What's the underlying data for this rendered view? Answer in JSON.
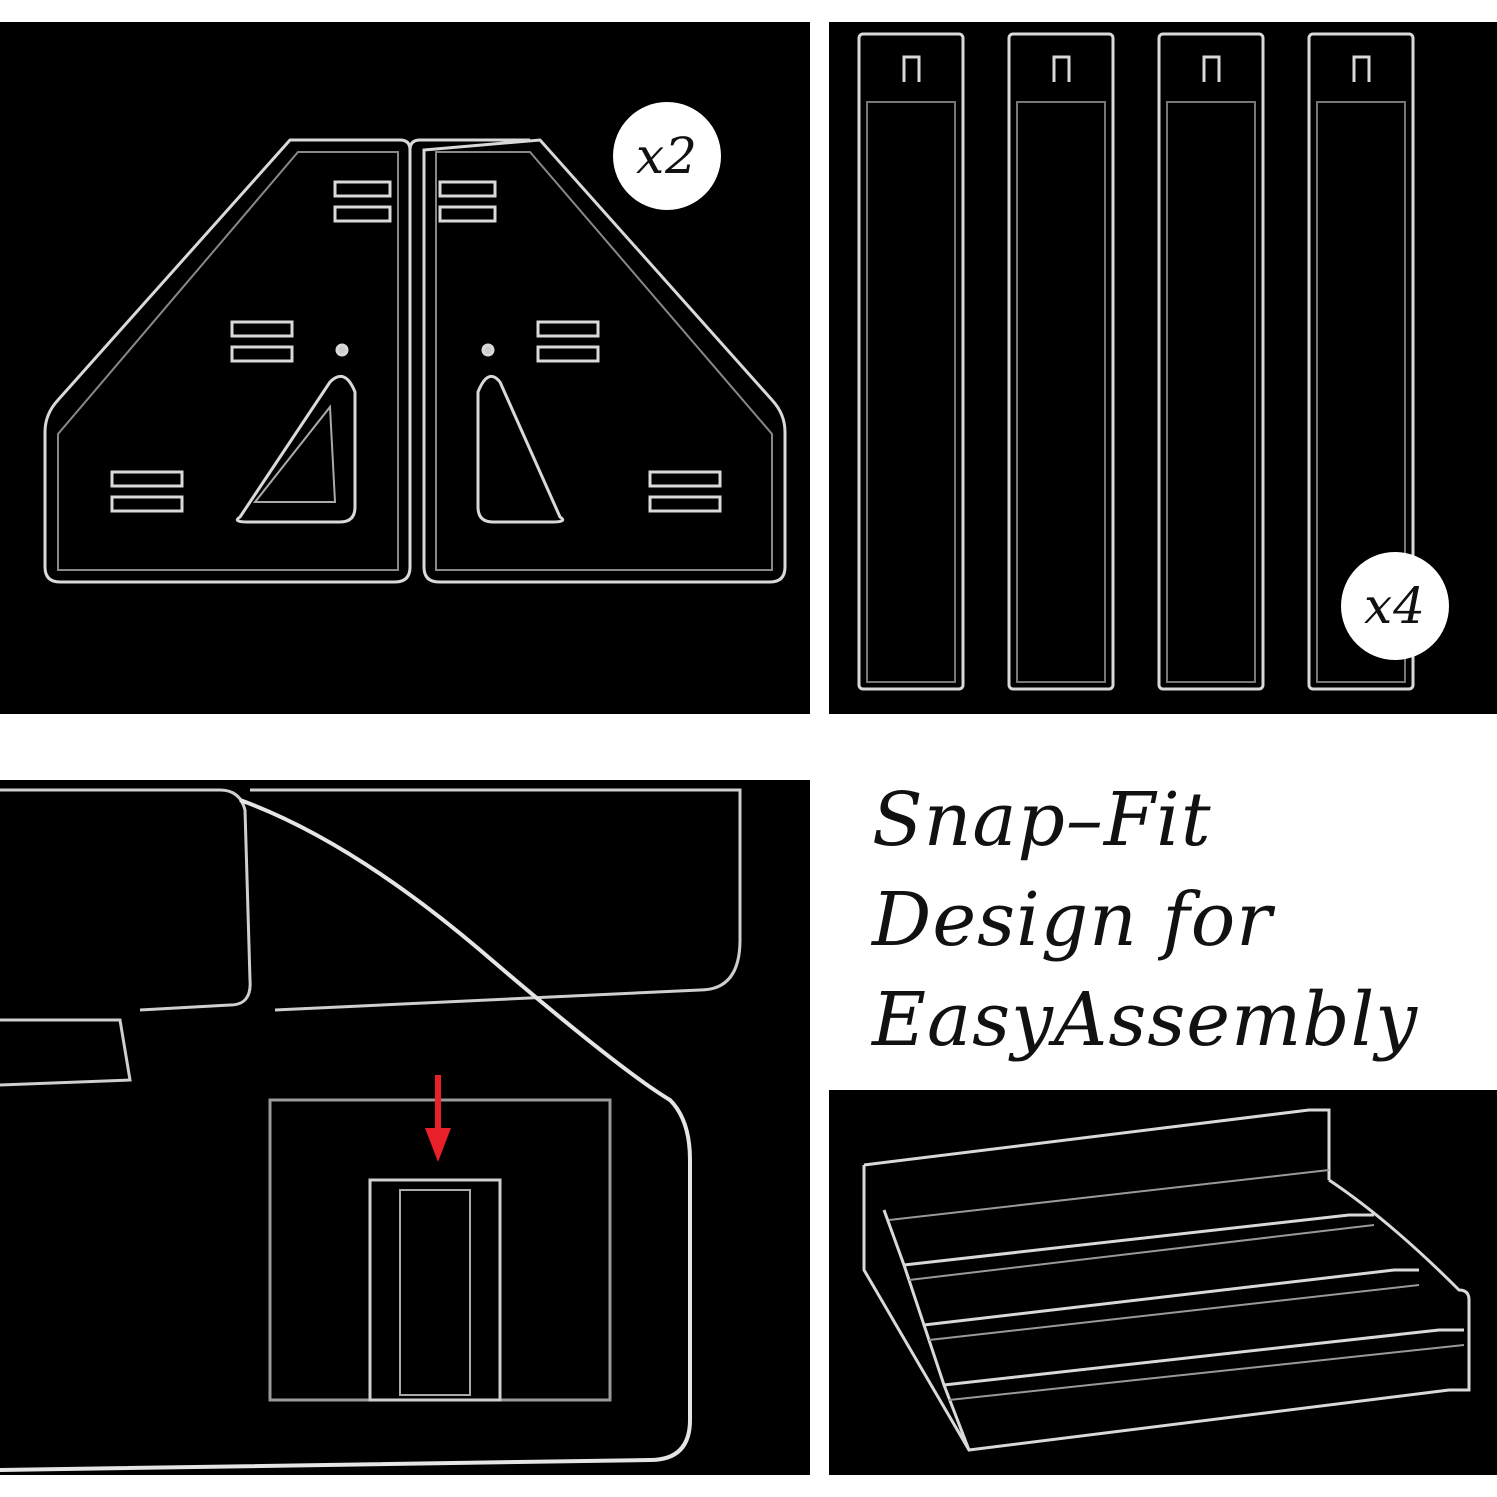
{
  "panels": {
    "corners": {
      "badge": "x2"
    },
    "strips": {
      "badge": "x4"
    }
  },
  "headline": {
    "line1": "Snap–Fit",
    "line2": "Design for",
    "line3": "EasyAssembly"
  },
  "colors": {
    "panel_background": "#000000",
    "acrylic_edge": "#d9d9d9",
    "arrow": "#e8202a",
    "badge_background": "#ffffff",
    "text": "#111111"
  },
  "icons": [
    "down-arrow-icon"
  ]
}
